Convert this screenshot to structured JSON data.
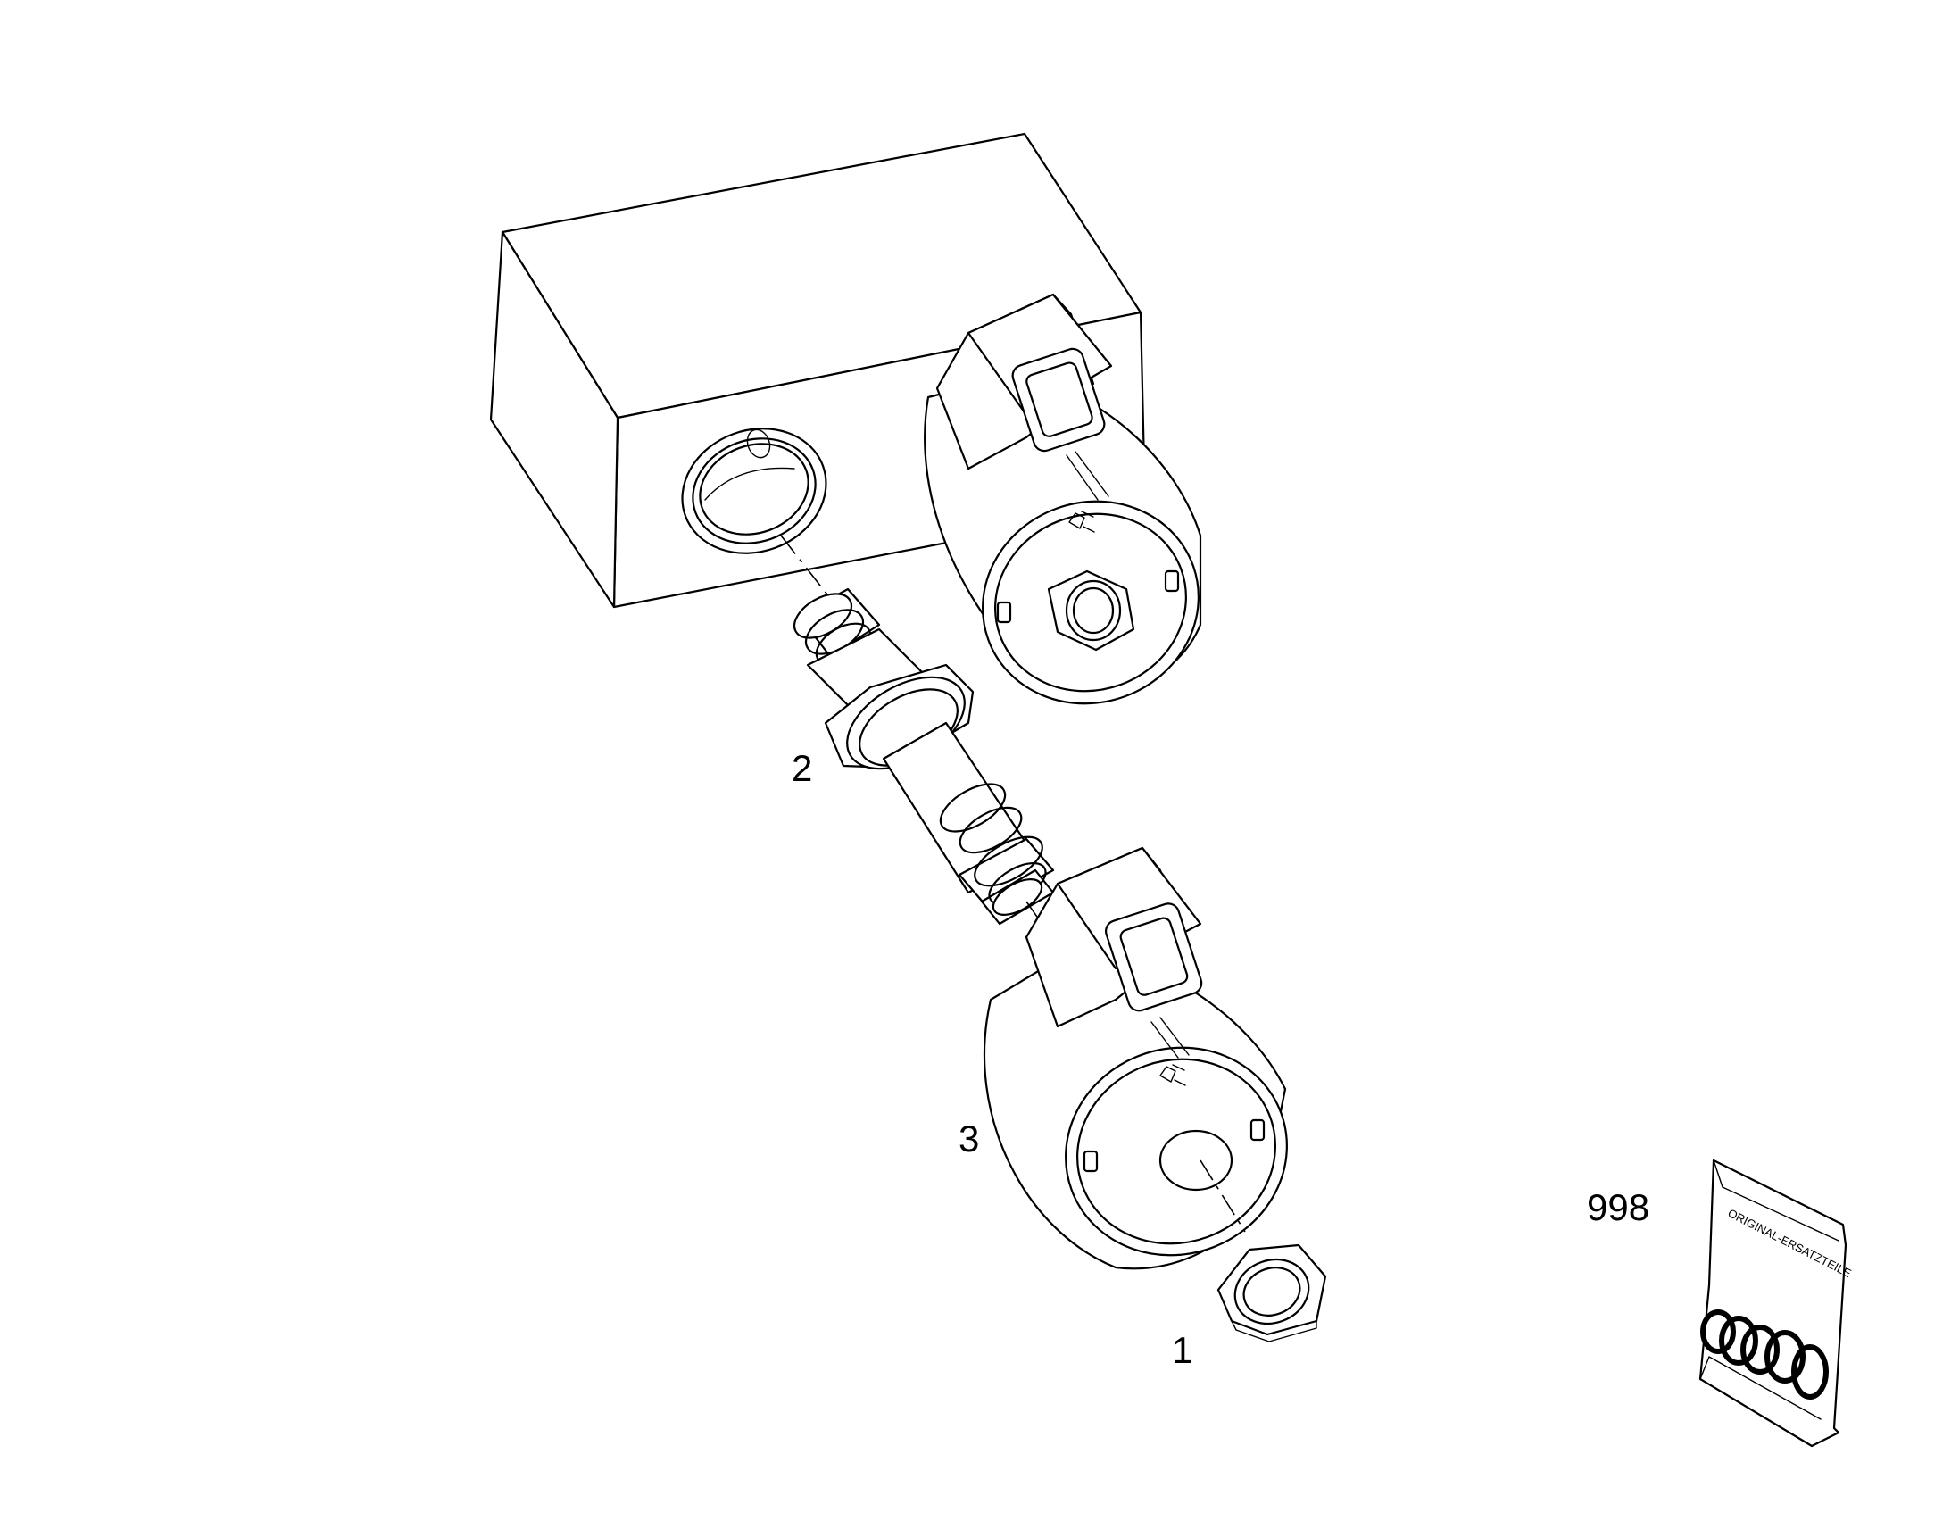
{
  "diagram": {
    "part_labels": [
      "2",
      "3",
      "998",
      "1"
    ],
    "bag_print": "ORIGINAL-ERSATZTEILE",
    "colors": {
      "line": "#000000",
      "background": "#ffffff"
    }
  }
}
